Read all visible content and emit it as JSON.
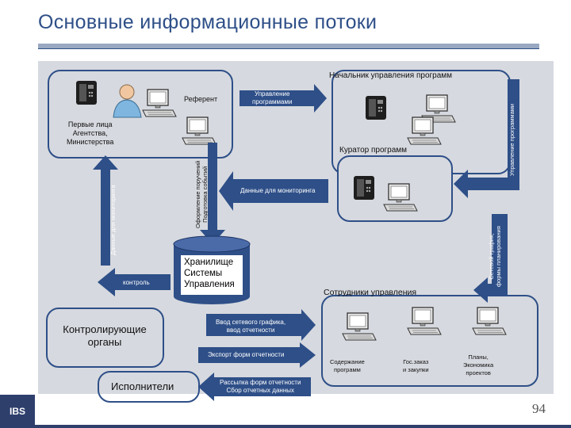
{
  "title": "Основные информационные потоки",
  "page_number": "94",
  "logo": "IBS",
  "nodes": {
    "head": "Начальник управления программ",
    "referent": "Референт",
    "first_persons": "Первые лица\nАгентства,\nМинистерства",
    "curator": "Куратор программ",
    "staff": "Сотрудники управления",
    "storage": "Хранилище\nСистемы\nУправления",
    "control_bodies": "Контролирующие\nорганы",
    "executors": "Исполнители"
  },
  "flows": {
    "program_mgmt": "Управление\nпрограммами",
    "monitoring_data_left": "Данные для мониторинга",
    "orders": "Оформление поручений\nПодготовка событий",
    "monitoring_data_center": "Данные для мониторинга",
    "program_mgmt_vertical": "Управление программами",
    "network_schedule": "Сетевой график,\nформы планирования",
    "control": "контроль",
    "input_schedule": "Ввод сетевого графика,\nввод отчетности",
    "export_forms": "Экспорт форм отчетности",
    "send_forms": "Рассылка форм отчетности\nСбор отчетных данных"
  },
  "staff_labels": {
    "content": "Содержание\nпрограмм",
    "procurement": "Гос.заказ\nи закупки",
    "plans": "Планы,\nЭкономика\nпроектов"
  },
  "icons": [
    "computer-icon",
    "person-icon",
    "database-icon",
    "phone-icon",
    "arrow-icon"
  ],
  "colors": {
    "accent": "#2e4f88",
    "panel": "#d6d9df",
    "arrow": "#2e4f88",
    "storage": "#2e4f88"
  }
}
